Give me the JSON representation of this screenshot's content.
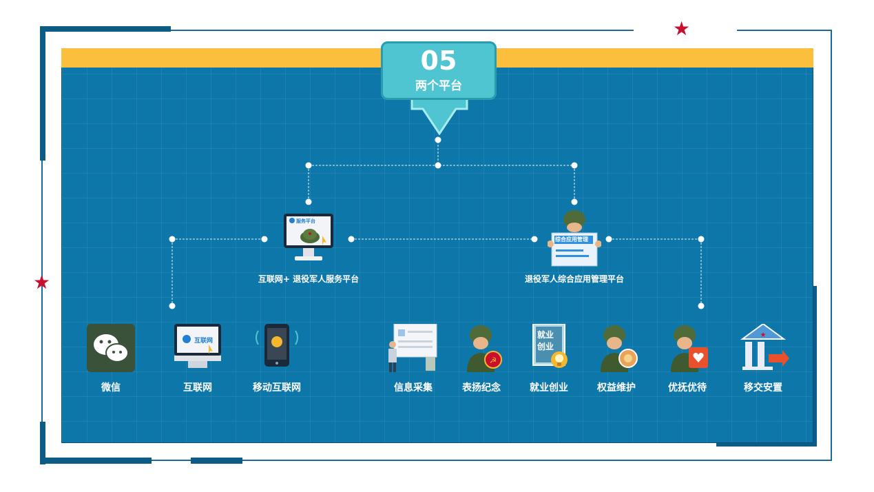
{
  "section": {
    "number": "05",
    "title": "两个平台"
  },
  "platforms": {
    "left": {
      "label": "互联网+ 退役军人服务平台",
      "screen_text": "服务平台"
    },
    "right": {
      "label": "退役军人综合应用管理平台",
      "card_text": "综合应用管理"
    }
  },
  "channels": [
    {
      "label": "微信",
      "icon": "wechat-icon"
    },
    {
      "label": "互联网",
      "icon": "computer-icon",
      "screen_text": "互联网"
    },
    {
      "label": "移动互联网",
      "icon": "mobile-phone-icon"
    }
  ],
  "functions": [
    {
      "label": "信息采集",
      "icon": "info-board-icon"
    },
    {
      "label": "表扬纪念",
      "icon": "soldier-medal-icon"
    },
    {
      "label": "就业创业",
      "icon": "employment-book-icon",
      "book_lines": [
        "就业",
        "创业"
      ]
    },
    {
      "label": "权益维护",
      "icon": "soldier-badge-icon"
    },
    {
      "label": "优抚优待",
      "icon": "soldier-heart-icon"
    },
    {
      "label": "移交安置",
      "icon": "bank-arrow-icon"
    }
  ],
  "colors": {
    "panel": "#0e77a9",
    "top_bar": "#fbbf3d",
    "badge": "#4ec5d0",
    "star": "#c8102e",
    "frame": "#0d5c86"
  }
}
